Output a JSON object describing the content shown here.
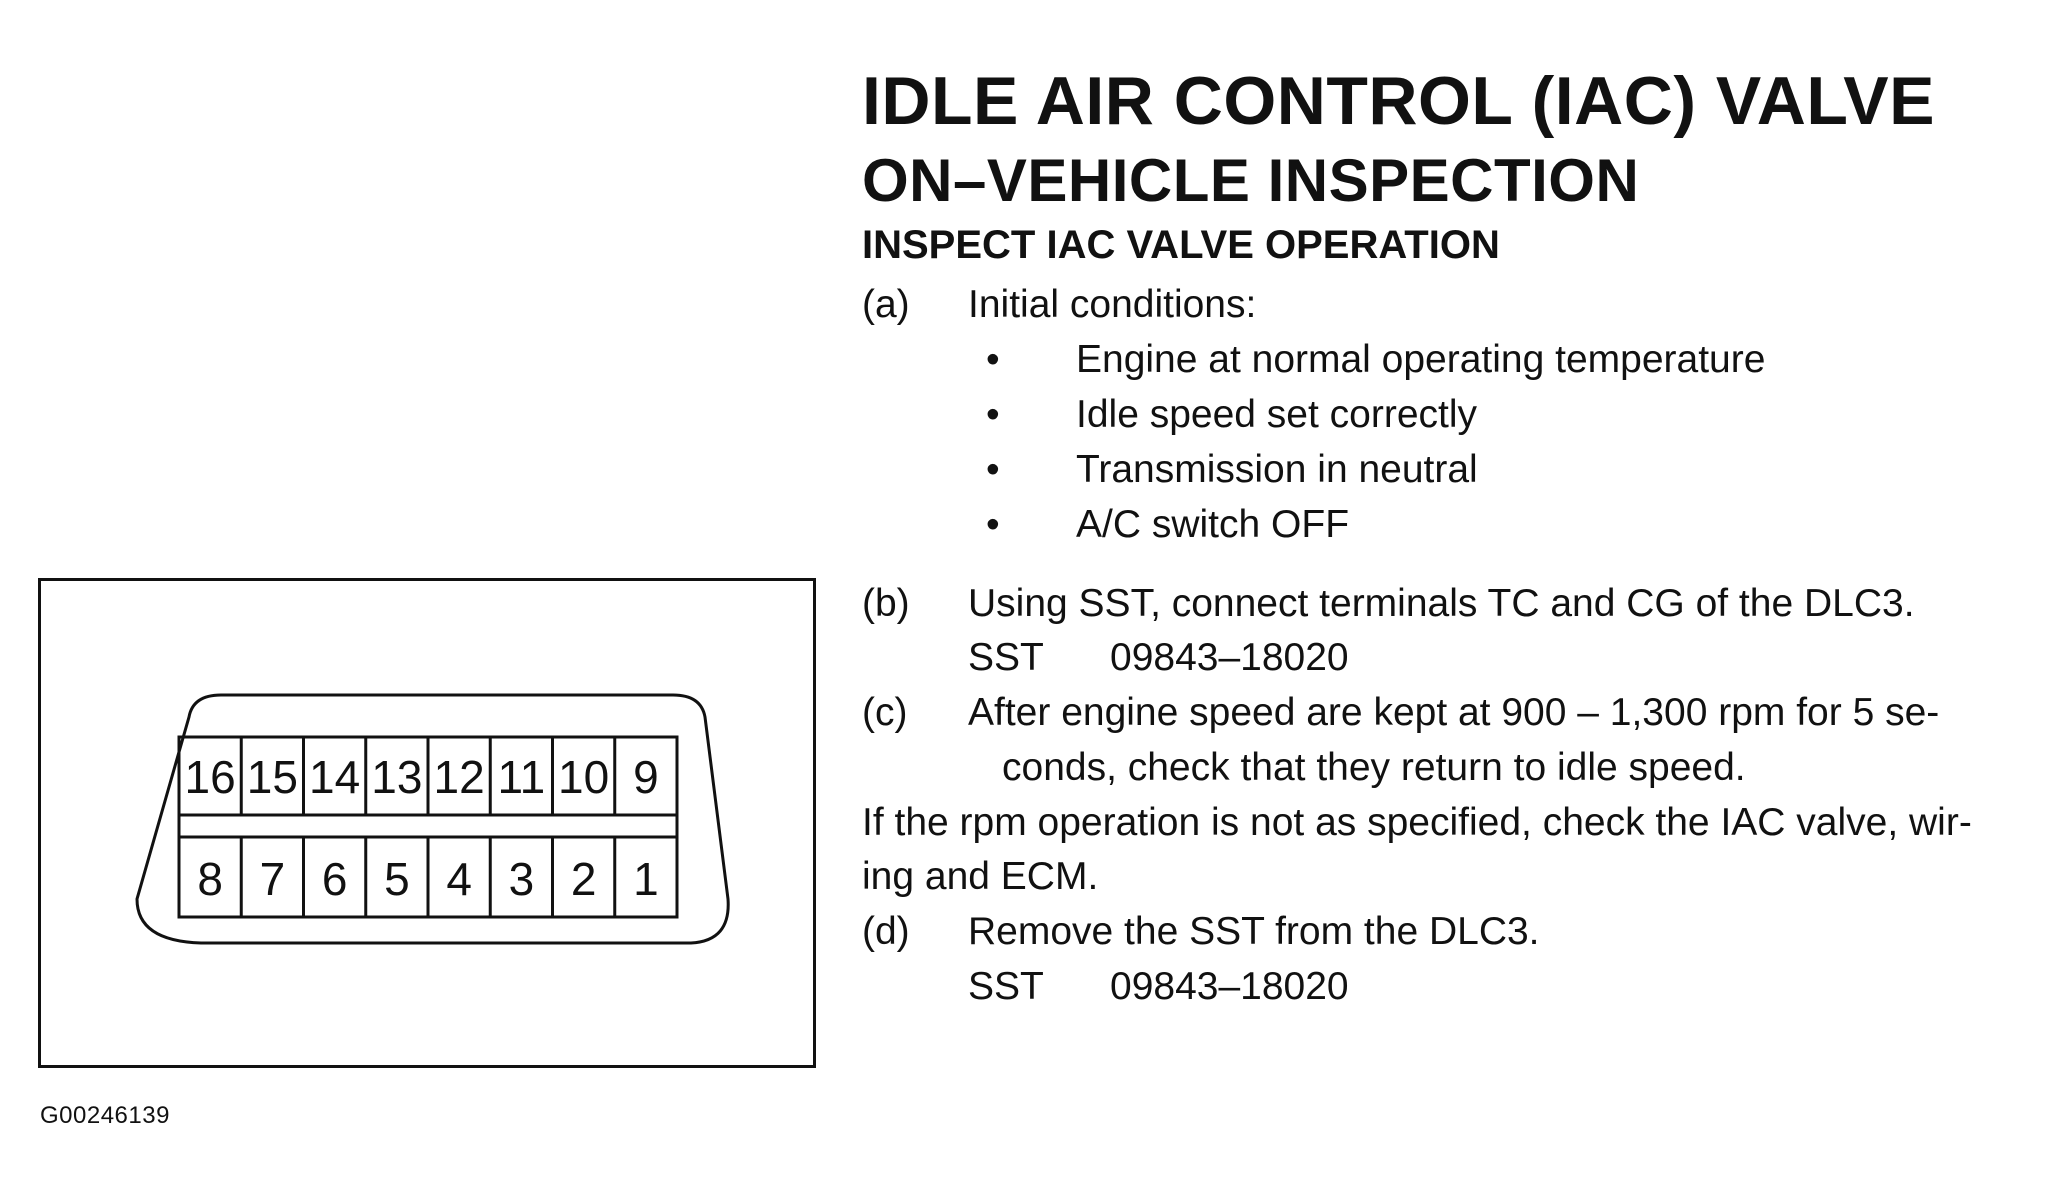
{
  "header": {
    "title": "IDLE AIR CONTROL (IAC) VALVE",
    "subtitle": "ON–VEHICLE INSPECTION",
    "section": "INSPECT IAC VALVE OPERATION"
  },
  "steps": {
    "a": {
      "label": "(a)",
      "text": "Initial conditions:",
      "bullet_char": "•",
      "bullets": [
        "Engine at normal operating temperature",
        "Idle speed set correctly",
        "Transmission in neutral",
        "A/C switch OFF"
      ]
    },
    "b": {
      "label": "(b)",
      "text": "Using SST, connect terminals TC and CG of the DLC3.",
      "sst_label": "SST",
      "sst_number": "09843–18020"
    },
    "c": {
      "label": "(c)",
      "text_line1": "After engine speed are kept at 900 – 1,300 rpm for 5 se-",
      "text_line2": "conds, check that they return to idle speed."
    },
    "note": {
      "line1": "If the rpm operation is not as specified, check the IAC valve, wir-",
      "line2": "ing and ECM."
    },
    "d": {
      "label": "(d)",
      "text": "Remove the SST from the DLC3.",
      "sst_label": "SST",
      "sst_number": "09843–18020"
    }
  },
  "figure": {
    "id": "G00246139",
    "connector": {
      "top_row": [
        "16",
        "15",
        "14",
        "13",
        "12",
        "11",
        "10",
        "9"
      ],
      "bottom_row": [
        "8",
        "7",
        "6",
        "5",
        "4",
        "3",
        "2",
        "1"
      ]
    }
  }
}
